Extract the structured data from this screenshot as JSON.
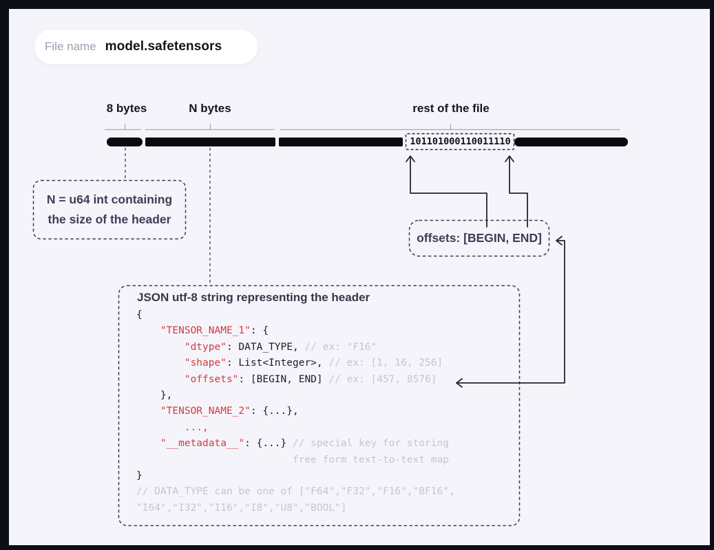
{
  "file_pill": {
    "label": "File name",
    "value": "model.safetensors"
  },
  "byte_bar": {
    "segments": [
      {
        "label": "8 bytes"
      },
      {
        "label": "N bytes"
      },
      {
        "label": "rest of the file"
      }
    ],
    "binary_string": "101101000110011110"
  },
  "annotations": {
    "n_box": {
      "line1": "N = u64 int containing",
      "line2": "the size of the header"
    },
    "offsets_box": {
      "label": "offsets: [BEGIN, END]"
    }
  },
  "json_box": {
    "title": "JSON utf-8 string representing the header",
    "code": [
      [
        {
          "t": "{",
          "c": "p"
        }
      ],
      [
        {
          "t": "    ",
          "c": "p"
        },
        {
          "t": "\"TENSOR_NAME_1\"",
          "c": "r"
        },
        {
          "t": ": {",
          "c": "p"
        }
      ],
      [
        {
          "t": "        ",
          "c": "p"
        },
        {
          "t": "\"dtype\"",
          "c": "r"
        },
        {
          "t": ": DATA_TYPE, ",
          "c": "p"
        },
        {
          "t": "// ex: \"F16\"",
          "c": "c"
        }
      ],
      [
        {
          "t": "        ",
          "c": "p"
        },
        {
          "t": "\"shape\"",
          "c": "r"
        },
        {
          "t": ": List<Integer>, ",
          "c": "p"
        },
        {
          "t": "// ex: [1, 16, 256]",
          "c": "c"
        }
      ],
      [
        {
          "t": "        ",
          "c": "p"
        },
        {
          "t": "\"offsets\"",
          "c": "r"
        },
        {
          "t": ": [BEGIN, END] ",
          "c": "p"
        },
        {
          "t": "// ex: [457, 8576]",
          "c": "c"
        }
      ],
      [
        {
          "t": "    },",
          "c": "p"
        }
      ],
      [
        {
          "t": "    ",
          "c": "p"
        },
        {
          "t": "\"TENSOR_NAME_2\"",
          "c": "r"
        },
        {
          "t": ": {...},",
          "c": "p"
        }
      ],
      [
        {
          "t": "        ",
          "c": "p"
        },
        {
          "t": "...,",
          "c": "r"
        }
      ],
      [
        {
          "t": "    ",
          "c": "p"
        },
        {
          "t": "\"__metadata__\"",
          "c": "r"
        },
        {
          "t": ": {...} ",
          "c": "p"
        },
        {
          "t": "// special key for storing",
          "c": "c"
        }
      ],
      [
        {
          "t": "                          ",
          "c": "p"
        },
        {
          "t": "free form text-to-text map",
          "c": "c"
        }
      ],
      [
        {
          "t": "}",
          "c": "p"
        }
      ],
      [
        {
          "t": "// DATA_TYPE can be one of [\"F64\",\"F32\",\"F16\",\"BF16\",",
          "c": "c"
        }
      ],
      [
        {
          "t": "\"I64\",\"I32\",\"I16\",\"I8\",\"U8\",\"BOOL\"]",
          "c": "c"
        }
      ]
    ]
  },
  "colors": {
    "frame": "#0b0e16",
    "background": "#f5f4fb",
    "bar": "#0a0a10",
    "accent_red": "#d43b3b",
    "comment_gray": "#c5c5ce",
    "slate_text": "#3b3e54",
    "ruler_gray": "#a6a6ae",
    "dash_stroke": "#383b4d",
    "arrow_stroke": "#23252f"
  }
}
